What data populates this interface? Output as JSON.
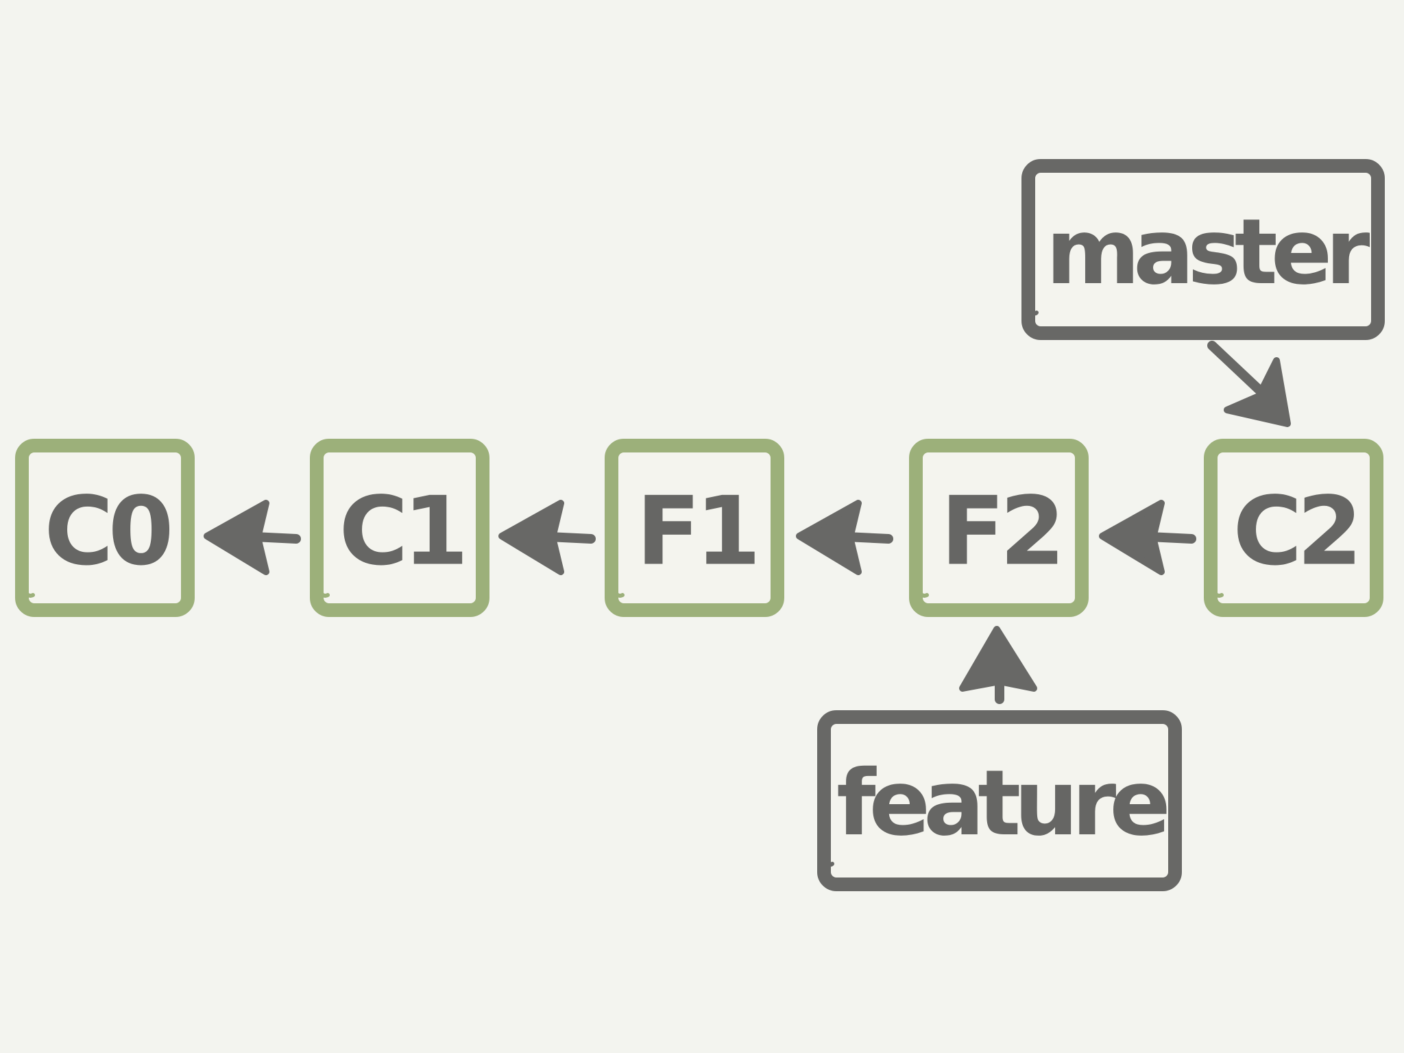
{
  "diagram": {
    "commits": [
      {
        "id": "c0",
        "label": "C0"
      },
      {
        "id": "c1",
        "label": "C1"
      },
      {
        "id": "f1",
        "label": "F1"
      },
      {
        "id": "f2",
        "label": "F2"
      },
      {
        "id": "c2",
        "label": "C2"
      }
    ],
    "branches": [
      {
        "id": "master",
        "label": "master",
        "points_to": "C2"
      },
      {
        "id": "feature",
        "label": "feature",
        "points_to": "F2"
      }
    ],
    "parent_links": [
      {
        "from": "C1",
        "to": "C0"
      },
      {
        "from": "F1",
        "to": "C1"
      },
      {
        "from": "F2",
        "to": "F1"
      },
      {
        "from": "C2",
        "to": "F2"
      }
    ],
    "colors": {
      "background": "#f3f4ef",
      "commit_border": "#9cb07a",
      "ref_border": "#686866",
      "text": "#666664",
      "arrow": "#686866"
    }
  }
}
